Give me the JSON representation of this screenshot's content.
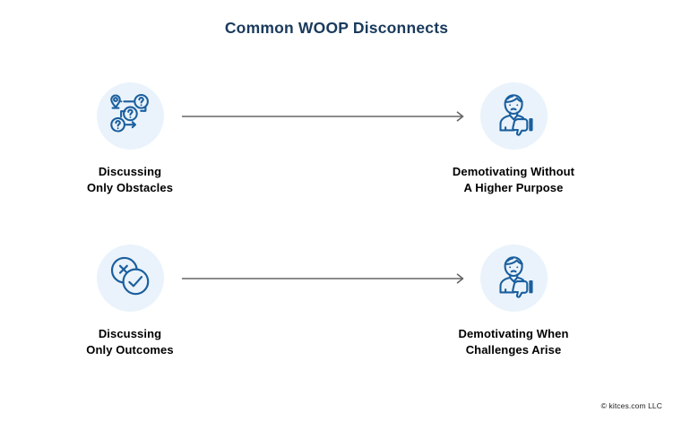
{
  "page": {
    "title": "Common WOOP Disconnects",
    "title_color": "#1a3a5c",
    "background_color": "#ffffff"
  },
  "theme": {
    "icon_stroke_color": "#1b5f9e",
    "icon_circle_background": "#eaf3fb",
    "arrow_color": "#666666",
    "label_color": "#000000"
  },
  "rows": [
    {
      "id": "row-1",
      "left": {
        "icon": "path-with-question-marks-icon",
        "label_line1": "Discussing",
        "label_line2": "Only Obstacles"
      },
      "connector": "arrow-right-icon",
      "right": {
        "icon": "person-thumbs-down-icon",
        "label_line1": "Demotivating Without",
        "label_line2": "A Higher Purpose"
      }
    },
    {
      "id": "row-2",
      "left": {
        "icon": "cross-and-check-circles-icon",
        "label_line1": "Discussing",
        "label_line2": "Only Outcomes"
      },
      "connector": "arrow-right-icon",
      "right": {
        "icon": "person-thumbs-down-icon",
        "label_line1": "Demotivating When",
        "label_line2": "Challenges Arise"
      }
    }
  ],
  "footer": {
    "credit": "© kitces.com LLC"
  }
}
